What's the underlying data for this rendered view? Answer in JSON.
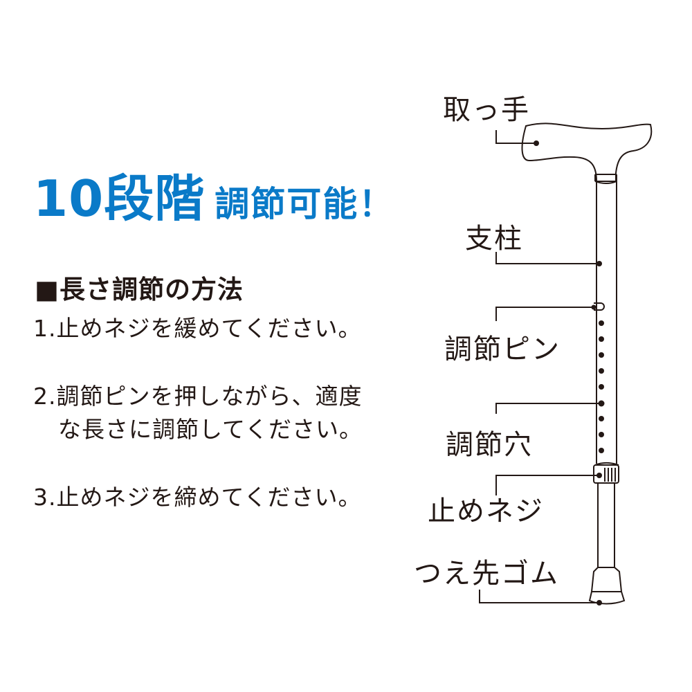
{
  "headline": {
    "number_part": "10段階",
    "rest_part": "調節可能！",
    "color": "#0a7ac8"
  },
  "instructions": {
    "title": "■長さ調節の方法",
    "steps": [
      {
        "line1": "1.止めネジを緩めてください。"
      },
      {
        "line1": "2.調節ピンを押しながら、適度",
        "line2": "な長さに調節してください。"
      },
      {
        "line1": "3.止めネジを締めてください。"
      }
    ]
  },
  "diagram": {
    "labels": {
      "handle": "取っ手",
      "shaft": "支柱",
      "adjust_pin": "調節ピン",
      "adjust_hole": "調節穴",
      "lock_screw": "止めネジ",
      "rubber_tip": "つえ先ゴム"
    },
    "adjustment_holes": 10
  }
}
